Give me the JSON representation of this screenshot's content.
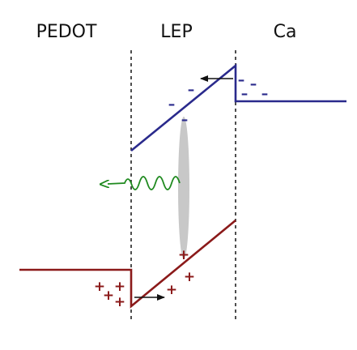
{
  "labels": {
    "pedot": "PEDOT",
    "lep": "LEP",
    "ca": "Ca"
  },
  "carriers": {
    "positive_symbol": "+",
    "negative_symbol": "–"
  },
  "colors": {
    "lumo": "#2a2a8c",
    "homo": "#8b1a1a",
    "photon": "#1f8a1f",
    "exciton": "#c8c8c8",
    "interface": "#222222",
    "arrow": "#111111"
  }
}
